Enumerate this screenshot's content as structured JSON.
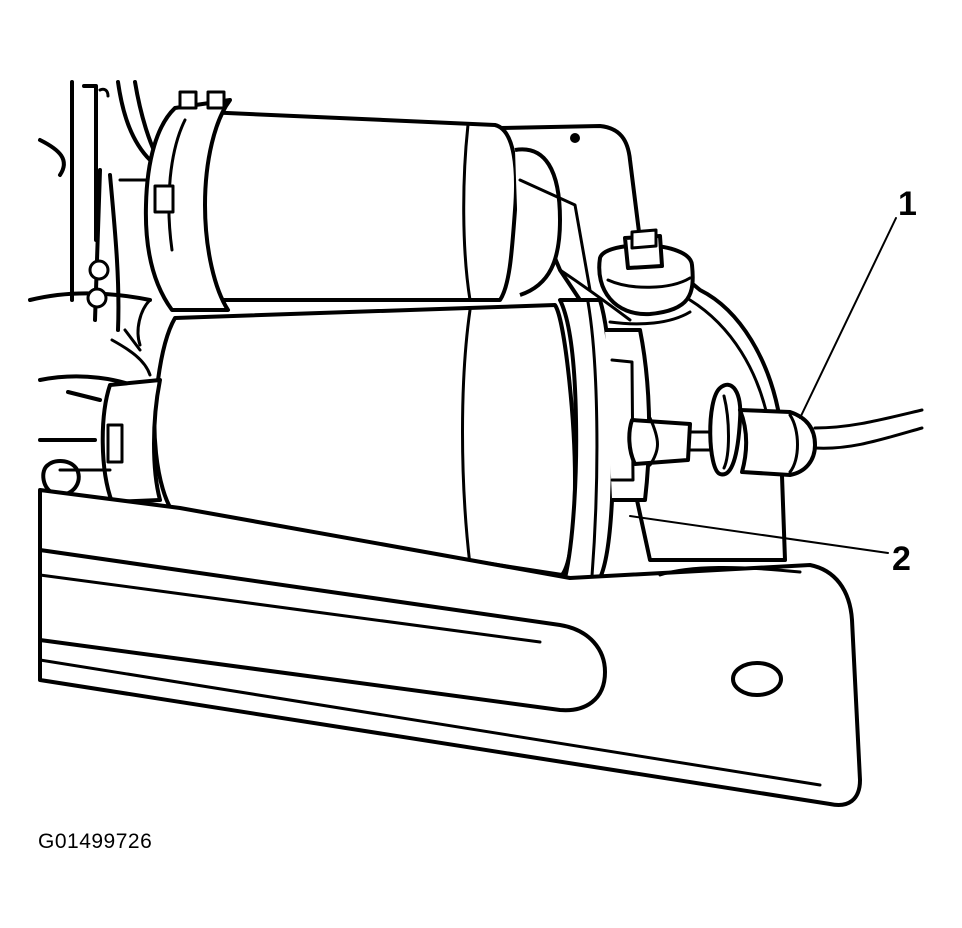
{
  "diagram": {
    "callouts": [
      {
        "id": "1",
        "label": "1"
      },
      {
        "id": "2",
        "label": "2"
      }
    ],
    "figure_id": "G01499726",
    "colors": {
      "line": "#000000",
      "background": "#ffffff"
    }
  }
}
